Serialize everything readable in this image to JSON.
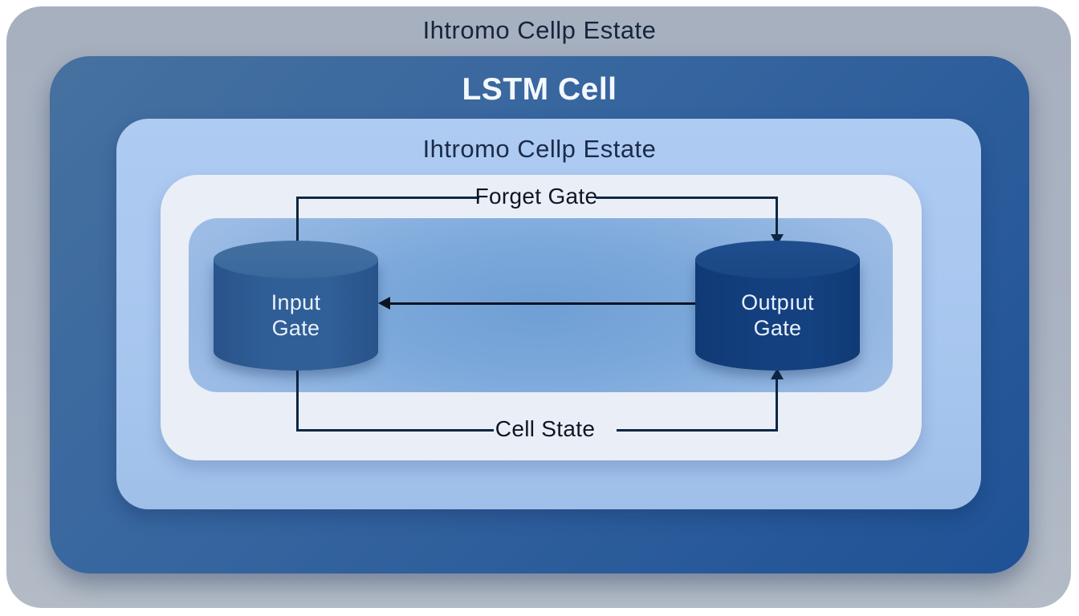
{
  "diagram": {
    "outer_title": "Ihtromo Cellp Estate",
    "lstm_title": "LSTM Cell",
    "inner_title": "Ihtromo Cellp Estate",
    "forget_gate_label": "Forget Gate",
    "cell_state_label": "Cell State",
    "input_gate": {
      "line1": "Input",
      "line2": "Gate"
    },
    "output_gate": {
      "line1": "Outpıut",
      "line2": "Gate"
    },
    "colors": {
      "outer_frame": "#aab3c2",
      "lstm_box": "#2f5f9e",
      "hidden_box": "#a9c7ef",
      "white_panel": "#eaeef7",
      "inner_panel": "#74a2d8",
      "input_cylinder": "#2e5b92",
      "output_cylinder": "#123e7c",
      "connector_line": "#0e2742",
      "title_text": "#1b2b49",
      "node_text": "#e9f1fb"
    }
  }
}
